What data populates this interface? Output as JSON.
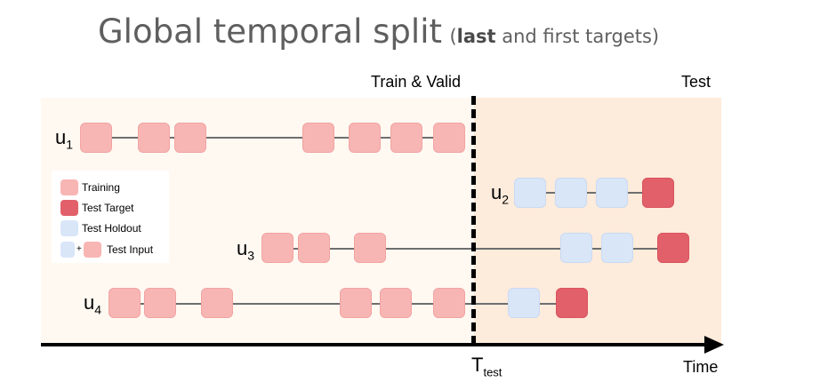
{
  "title": {
    "main": "Global temporal split",
    "sub_open": "(",
    "sub_bold": "last",
    "sub_rest": " and first targets)"
  },
  "headers": {
    "train_valid": "Train & Valid",
    "test": "Test"
  },
  "axis": {
    "time_label": "Time",
    "split_label_main": "T",
    "split_label_sub": "test"
  },
  "users": [
    {
      "label": "u",
      "sub": "1"
    },
    {
      "label": "u",
      "sub": "2"
    },
    {
      "label": "u",
      "sub": "3"
    },
    {
      "label": "u",
      "sub": "4"
    }
  ],
  "legend": [
    {
      "kind": "training",
      "label": "Training"
    },
    {
      "kind": "test-target",
      "label": "Test Target"
    },
    {
      "kind": "test-holdout",
      "label": "Test Holdout"
    },
    {
      "kind": "test-input",
      "label": "Test Input",
      "plus": "+"
    }
  ],
  "colors": {
    "training": "#f7b6b4",
    "test_target": "#e1606a",
    "test_holdout": "#d9e6f8",
    "train_region": "#fff9f2",
    "test_region": "#fdebdb"
  }
}
